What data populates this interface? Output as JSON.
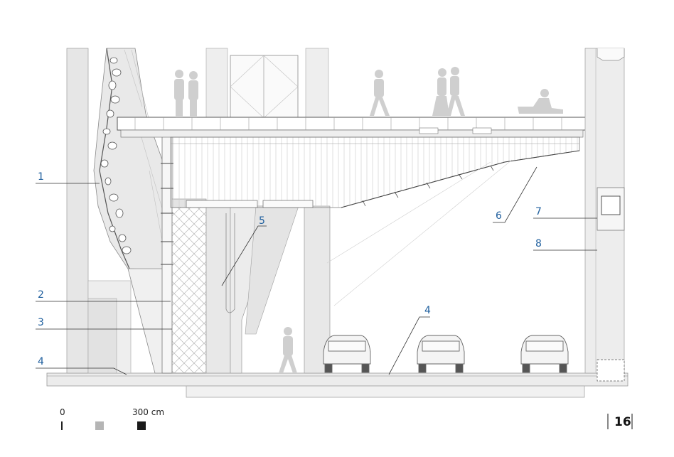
{
  "callouts": [
    "1",
    "2",
    "3",
    "4",
    "5",
    "6",
    "7",
    "8",
    "4"
  ],
  "scale_bar": {
    "start_label": "0",
    "end_label": "300 cm"
  },
  "page_number": "16",
  "colors": {
    "callout": "#1f5f9e",
    "line": "#8a8a8a",
    "fill_light": "#ebebeb",
    "fill_mid": "#d9d9d9"
  }
}
